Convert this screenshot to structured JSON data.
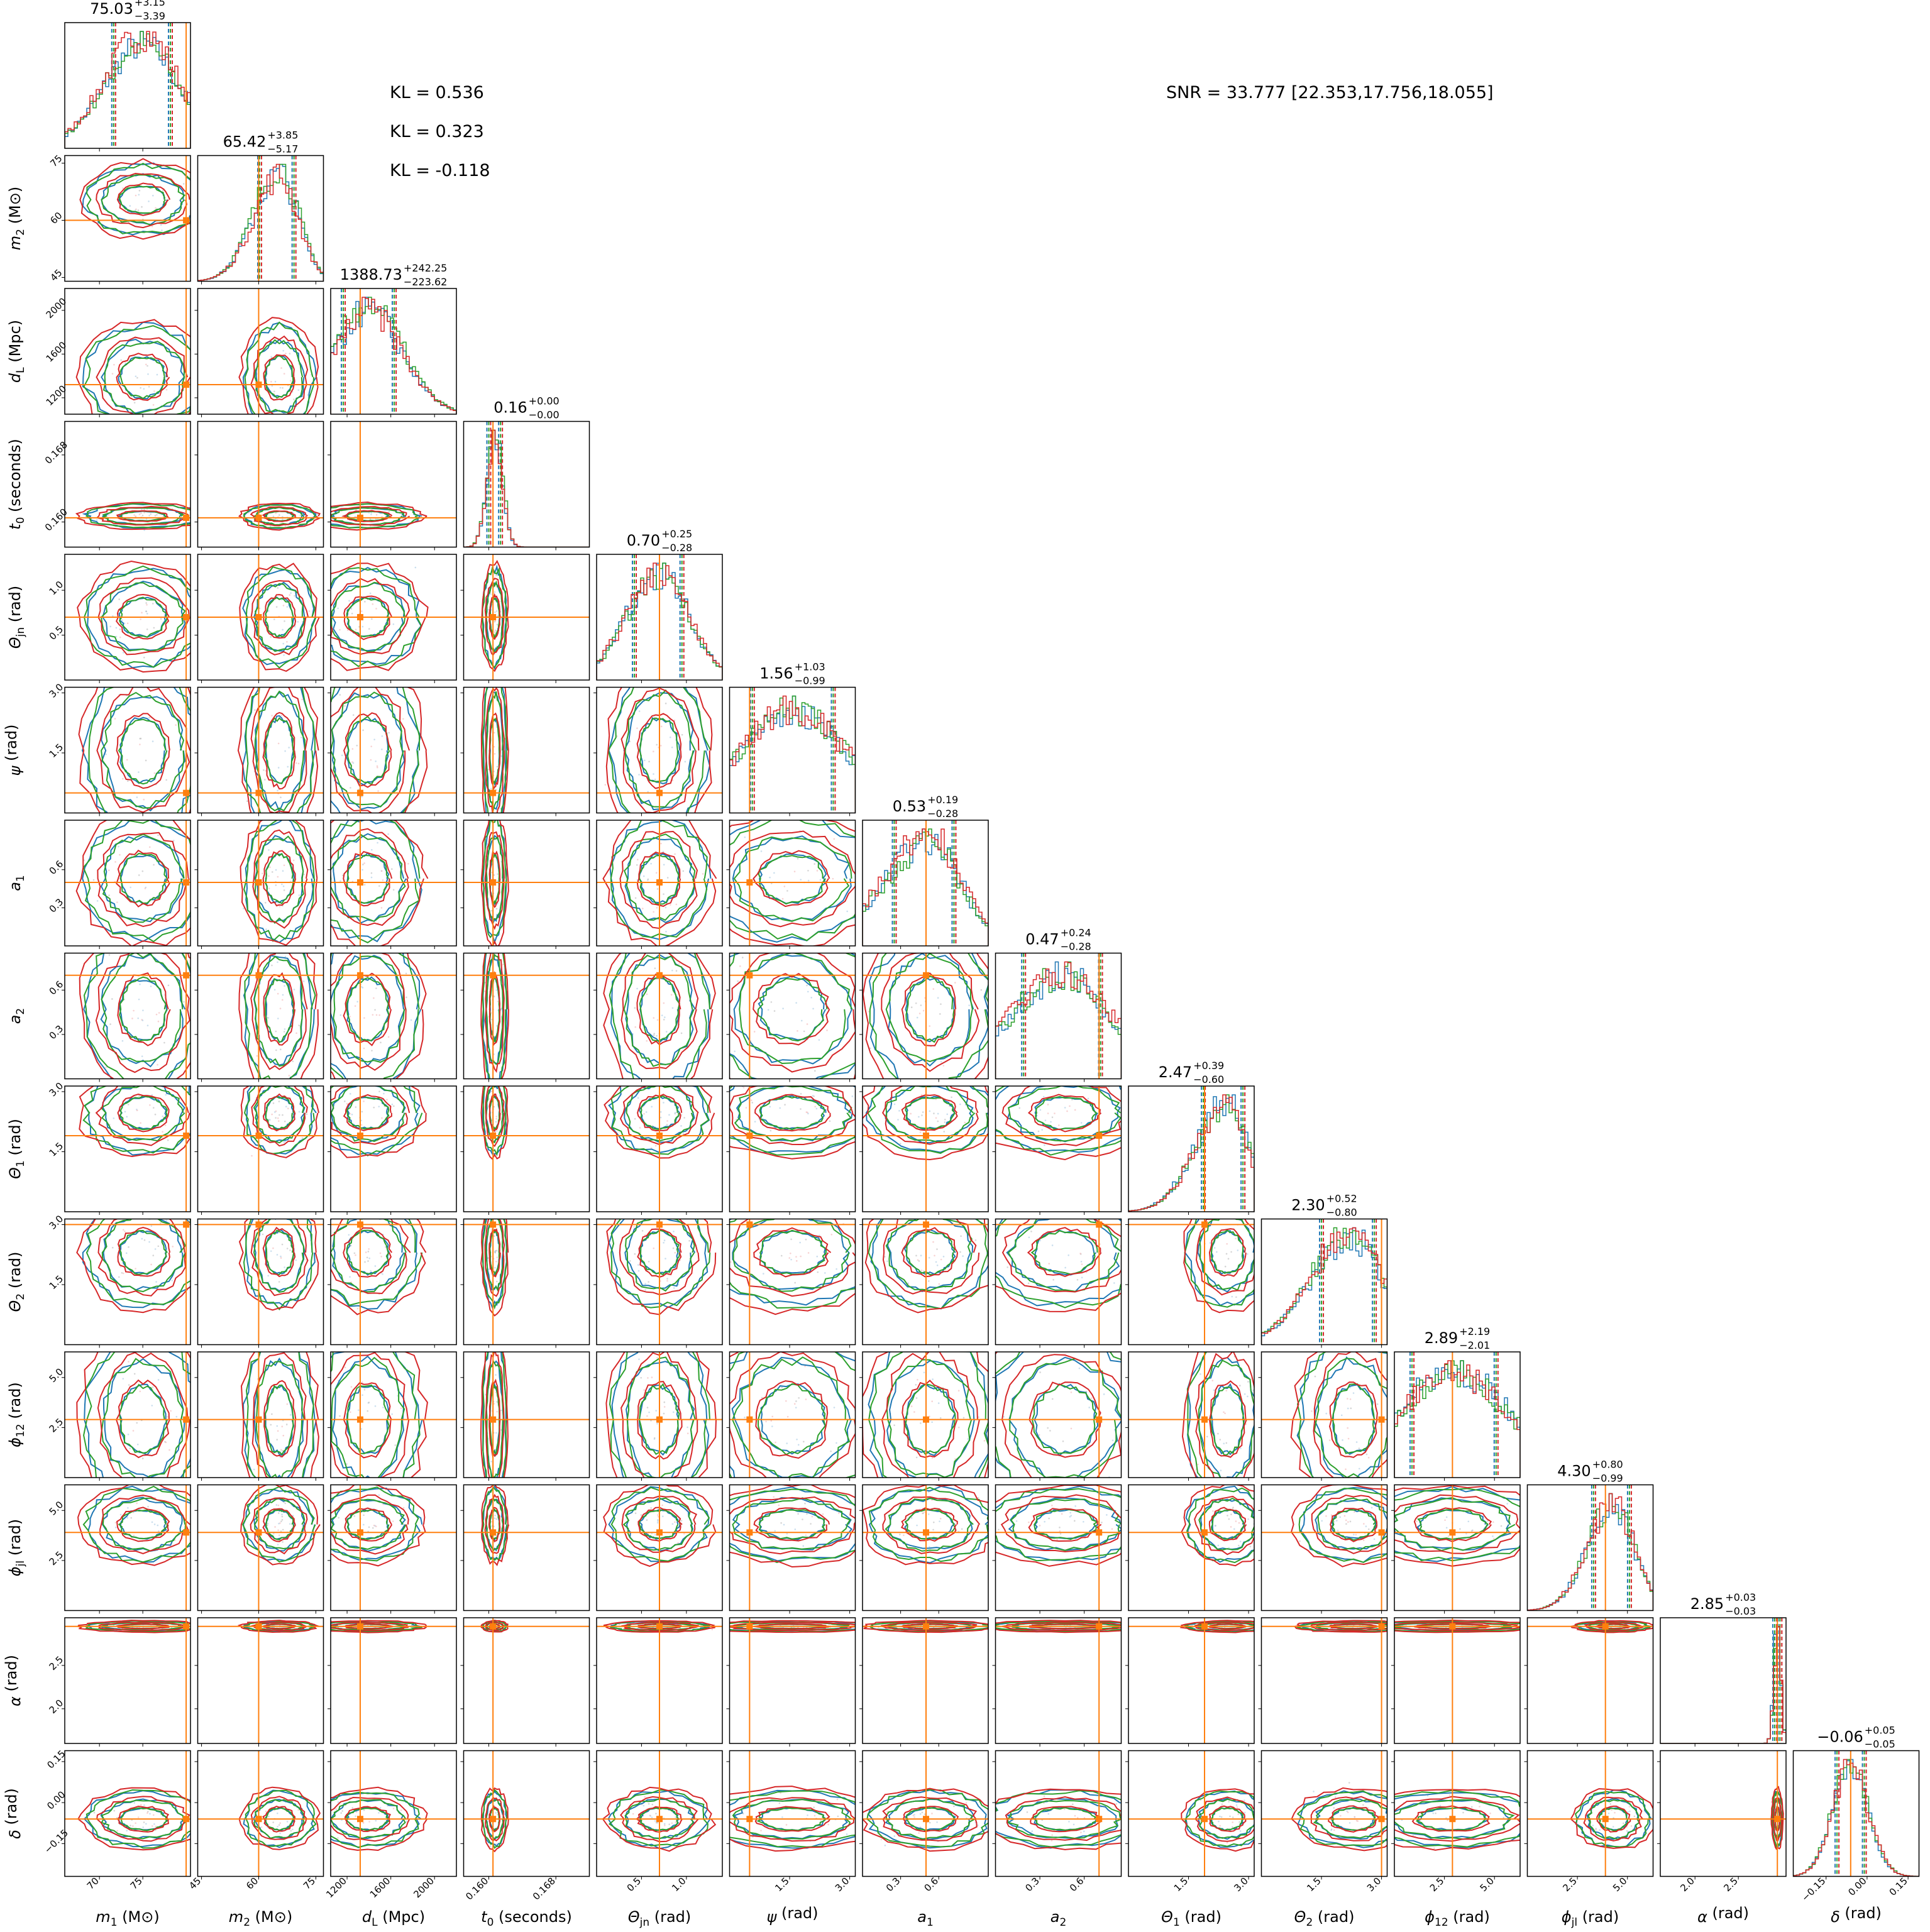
{
  "annotations": {
    "kl": [
      "KL = 0.536",
      "KL = 0.323",
      "KL = -0.118"
    ],
    "snr": "SNR = 33.777 [22.353,17.756,18.055]"
  },
  "colors": {
    "series": [
      "#1f77b4",
      "#2ca02c",
      "#d62728"
    ],
    "truth": "#ff7f0e",
    "points": "#bbbbbb"
  },
  "chart_data": {
    "type": "corner",
    "series": [
      "blue",
      "green",
      "red"
    ],
    "params": [
      {
        "sym": "m",
        "sub": "1",
        "unit": " (M⊙)",
        "range": [
          66,
          80.5
        ],
        "ticks": [
          "70",
          "75"
        ],
        "tickv": [
          70,
          75
        ],
        "truth": 80,
        "median": "75.03",
        "plus": "+3.15",
        "minus": "−3.39",
        "m": 75.03,
        "ep": 3.15,
        "em": 3.39
      },
      {
        "sym": "m",
        "sub": "2",
        "unit": " (M⊙)",
        "range": [
          44,
          77
        ],
        "ticks": [
          "45",
          "60",
          "75"
        ],
        "tickv": [
          45,
          60,
          75
        ],
        "truth": 60,
        "median": "65.42",
        "plus": "+3.85",
        "minus": "−5.17",
        "m": 65.42,
        "ep": 3.85,
        "em": 5.17
      },
      {
        "sym": "d",
        "sub": "L",
        "unit": " (Mpc)",
        "range": [
          1050,
          2200
        ],
        "ticks": [
          "1200",
          "1600",
          "2000"
        ],
        "tickv": [
          1200,
          1600,
          2000
        ],
        "truth": 1320,
        "median": "1388.73",
        "plus": "+242.25",
        "minus": "−223.62",
        "m": 1388.73,
        "ep": 242.25,
        "em": 223.62
      },
      {
        "sym": "t",
        "sub": "0",
        "unit": " (seconds)",
        "range": [
          0.157,
          0.172
        ],
        "ticks": [
          "0.160",
          "0.168"
        ],
        "tickv": [
          0.16,
          0.168
        ],
        "truth": 0.1605,
        "median": "0.16",
        "plus": "+0.00",
        "minus": "−0.00",
        "m": 0.1607,
        "ep": 0.0007,
        "em": 0.0007
      },
      {
        "sym": "Θ",
        "sub": "jn",
        "unit": " (rad)",
        "range": [
          0,
          1.4
        ],
        "ticks": [
          "0.5",
          "1.0"
        ],
        "tickv": [
          0.5,
          1.0
        ],
        "truth": 0.7,
        "median": "0.70",
        "plus": "+0.25",
        "minus": "−0.28",
        "m": 0.7,
        "ep": 0.25,
        "em": 0.28
      },
      {
        "sym": "ψ",
        "sub": "",
        "unit": " (rad)",
        "range": [
          0,
          3.14
        ],
        "ticks": [
          "1.5",
          "3.0"
        ],
        "tickv": [
          1.5,
          3.0
        ],
        "truth": 0.5,
        "median": "1.56",
        "plus": "+1.03",
        "minus": "−0.99",
        "m": 1.56,
        "ep": 1.03,
        "em": 0.99
      },
      {
        "sym": "a",
        "sub": "1",
        "unit": "",
        "range": [
          0,
          0.99
        ],
        "ticks": [
          "0.3",
          "0.6"
        ],
        "tickv": [
          0.3,
          0.6
        ],
        "truth": 0.5,
        "median": "0.53",
        "plus": "+0.19",
        "minus": "−0.28",
        "m": 0.53,
        "ep": 0.19,
        "em": 0.28
      },
      {
        "sym": "a",
        "sub": "2",
        "unit": "",
        "range": [
          0,
          0.85
        ],
        "ticks": [
          "0.3",
          "0.6"
        ],
        "tickv": [
          0.3,
          0.6
        ],
        "truth": 0.7,
        "median": "0.47",
        "plus": "+0.24",
        "minus": "−0.28",
        "m": 0.47,
        "ep": 0.24,
        "em": 0.28
      },
      {
        "sym": "Θ",
        "sub": "1",
        "unit": " (rad)",
        "range": [
          0,
          3.14
        ],
        "ticks": [
          "1.5",
          "3.0"
        ],
        "tickv": [
          1.5,
          3.0
        ],
        "truth": 1.9,
        "median": "2.47",
        "plus": "+0.39",
        "minus": "−0.60",
        "m": 2.47,
        "ep": 0.39,
        "em": 0.6
      },
      {
        "sym": "Θ",
        "sub": "2",
        "unit": " (rad)",
        "range": [
          0,
          3.14
        ],
        "ticks": [
          "1.5",
          "3.0"
        ],
        "tickv": [
          1.5,
          3.0
        ],
        "truth": 3.0,
        "median": "2.30",
        "plus": "+0.52",
        "minus": "−0.80",
        "m": 2.3,
        "ep": 0.52,
        "em": 0.8
      },
      {
        "sym": "ϕ",
        "sub": "12",
        "unit": " (rad)",
        "range": [
          0,
          6.28
        ],
        "ticks": [
          "2.5",
          "5.0"
        ],
        "tickv": [
          2.5,
          5.0
        ],
        "truth": 2.9,
        "median": "2.89",
        "plus": "+2.19",
        "minus": "−2.01",
        "m": 2.89,
        "ep": 2.19,
        "em": 2.01
      },
      {
        "sym": "ϕ",
        "sub": "jl",
        "unit": " (rad)",
        "range": [
          0,
          6.28
        ],
        "ticks": [
          "2.5",
          "5.0"
        ],
        "tickv": [
          2.5,
          5.0
        ],
        "truth": 3.9,
        "median": "4.30",
        "plus": "+0.80",
        "minus": "−0.99",
        "m": 4.3,
        "ep": 0.8,
        "em": 0.99
      },
      {
        "sym": "α",
        "sub": "",
        "unit": " (rad)",
        "range": [
          1.6,
          3.05
        ],
        "ticks": [
          "2.0",
          "2.5"
        ],
        "tickv": [
          2.0,
          2.5
        ],
        "truth": 2.95,
        "median": "2.85",
        "plus": "+0.03",
        "minus": "−0.03",
        "m": 2.95,
        "ep": 0.03,
        "em": 0.03
      },
      {
        "sym": "δ",
        "sub": "",
        "unit": " (rad)",
        "range": [
          -0.27,
          0.19
        ],
        "ticks": [
          "−0.15",
          "0.00",
          "0.15"
        ],
        "tickv": [
          -0.15,
          0.0,
          0.15
        ],
        "truth": -0.06,
        "median": "−0.06",
        "plus": "+0.05",
        "minus": "−0.05",
        "m": -0.06,
        "ep": 0.05,
        "em": 0.05
      }
    ]
  }
}
